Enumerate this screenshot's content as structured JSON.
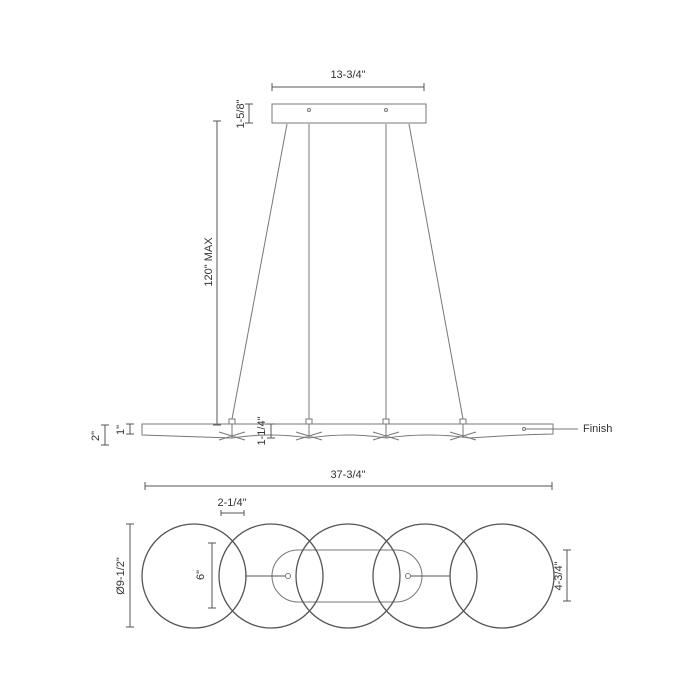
{
  "dimensions": {
    "canopy_width": "13-3/4\"",
    "canopy_height": "1-5/8\"",
    "cable_length": "120\" MAX",
    "body_height": "2\"",
    "edge_height": "1\"",
    "mid_height": "1-1/4\"",
    "overall_length": "37-3/4\"",
    "ring_spacing": "2-1/4\"",
    "ring_diameter": "Ø9-1/2\"",
    "inner_height": "6\"",
    "base_width": "4-3/4\""
  },
  "labels": {
    "finish": "Finish"
  }
}
